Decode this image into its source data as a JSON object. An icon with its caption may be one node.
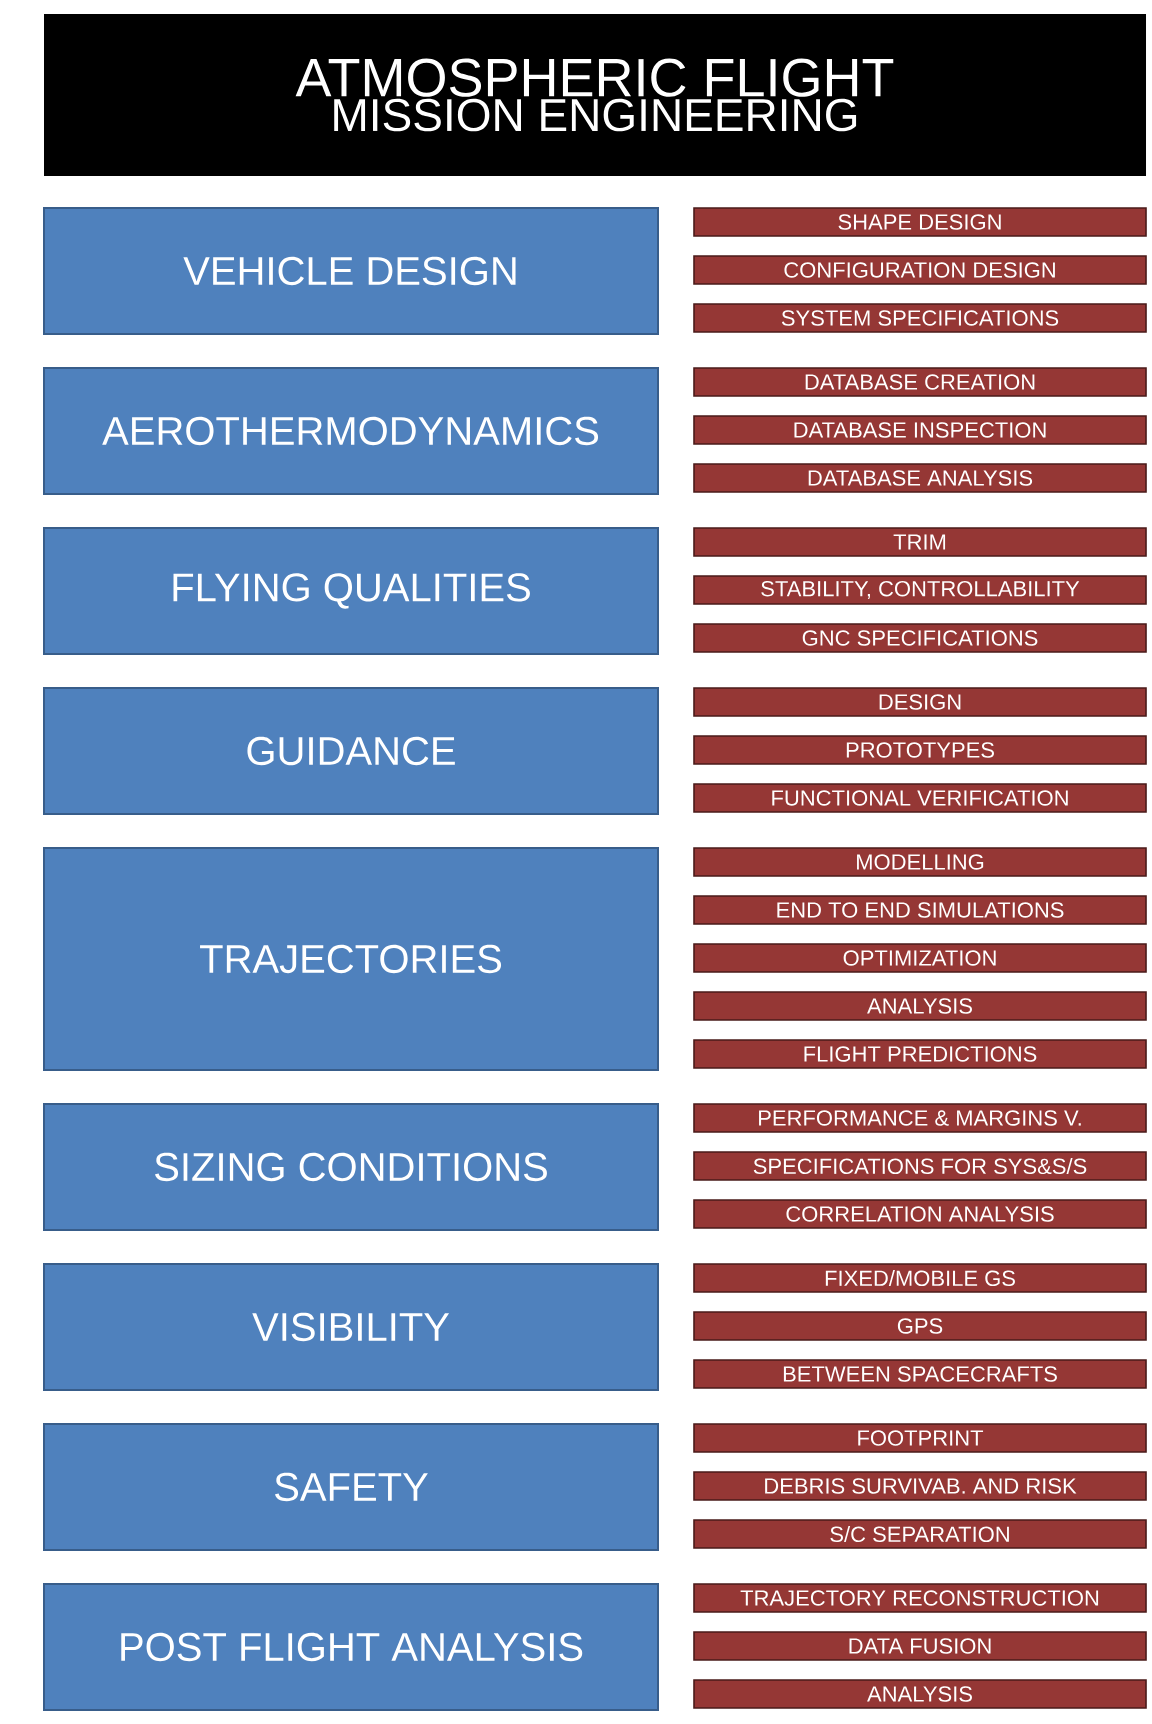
{
  "diagram": {
    "nodes": [
      {
        "text": [
          "ATMOSPHERIC FLIGHT",
          "MISSION ENGINEERING"
        ]
      },
      {
        "text": [
          "VEHICLE DESIGN"
        ]
      },
      {
        "text": [
          "SHAPE DESIGN"
        ]
      },
      {
        "text": [
          "CONFIGURATION DESIGN"
        ]
      },
      {
        "text": [
          "SYSTEM SPECIFICATIONS"
        ]
      },
      {
        "text": [
          "AEROTHERMODYNAMICS"
        ]
      },
      {
        "text": [
          "DATABASE CREATION"
        ]
      },
      {
        "text": [
          "DATABASE INSPECTION"
        ]
      },
      {
        "text": [
          "DATABASE ANALYSIS"
        ]
      },
      {
        "text": [
          "FLYING QUALITIES"
        ]
      },
      {
        "text": [
          "TRIM"
        ]
      },
      {
        "text": [
          "STABILITY, CONTROLLABILITY"
        ]
      },
      {
        "text": [
          "GNC SPECIFICATIONS"
        ]
      },
      {
        "text": [
          "GUIDANCE"
        ]
      },
      {
        "text": [
          "DESIGN"
        ]
      },
      {
        "text": [
          "PROTOTYPES"
        ]
      },
      {
        "text": [
          "FUNCTIONAL VERIFICATION"
        ]
      },
      {
        "text": [
          "TRAJECTORIES"
        ]
      },
      {
        "text": [
          "MODELLING"
        ]
      },
      {
        "text": [
          "END TO END SIMULATIONS"
        ]
      },
      {
        "text": [
          "OPTIMIZATION"
        ]
      },
      {
        "text": [
          "ANALYSIS"
        ]
      },
      {
        "text": [
          "FLIGHT PREDICTIONS"
        ]
      },
      {
        "text": [
          "SIZING CONDITIONS"
        ]
      },
      {
        "text": [
          "PERFORMANCE & MARGINS V."
        ]
      },
      {
        "text": [
          "SPECIFICATIONS FOR SYS&S/S"
        ]
      },
      {
        "text": [
          "CORRELATION ANALYSIS"
        ]
      },
      {
        "text": [
          "VISIBILITY"
        ]
      },
      {
        "text": [
          "FIXED/MOBILE GS"
        ]
      },
      {
        "text": [
          "GPS"
        ]
      },
      {
        "text": [
          "BETWEEN SPACECRAFTS"
        ]
      },
      {
        "text": [
          "SAFETY"
        ]
      },
      {
        "text": [
          "FOOTPRINT"
        ]
      },
      {
        "text": [
          "DEBRIS SURVIVAB. AND RISK"
        ]
      },
      {
        "text": [
          "S/C SEPARATION"
        ]
      },
      {
        "text": [
          "POST FLIGHT ANALYSIS"
        ]
      },
      {
        "text": [
          "TRAJECTORY RECONSTRUCTION"
        ]
      },
      {
        "text": [
          "DATA FUSION"
        ]
      },
      {
        "text": [
          "ANALYSIS"
        ]
      }
    ]
  }
}
